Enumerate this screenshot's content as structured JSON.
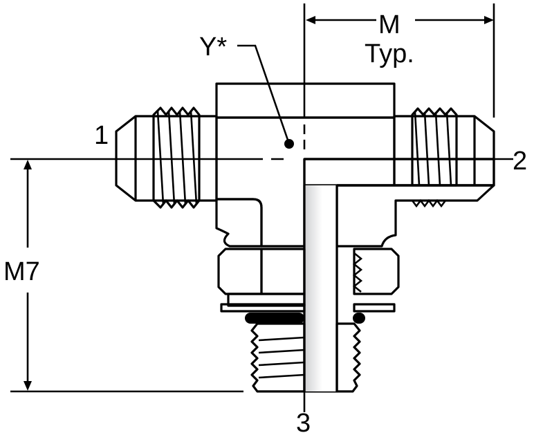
{
  "diagram": {
    "subject": "Tee fitting with flared male ends on run and adjustable O-ring boss stud on branch",
    "ports": {
      "port1": "1",
      "port2": "2",
      "port3": "3"
    },
    "dimensions": {
      "m_label": "M",
      "m_sub": "Typ.",
      "m7_label": "M7",
      "y_label": "Y*"
    },
    "colors": {
      "outline": "#000000",
      "body_light": "#e6e7e8",
      "body_mid": "#c4c5c7",
      "body_dark": "#a7a8aa",
      "bore_highlight": "#ffffff",
      "background": "#ffffff"
    }
  }
}
